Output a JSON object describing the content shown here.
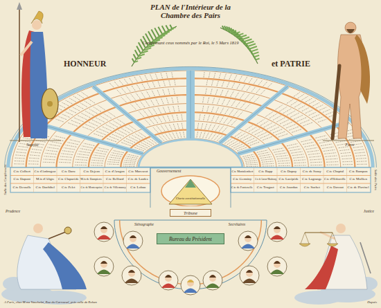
{
  "diagram": {
    "title": "PLAN de l'Intérieur de la Chambre des Pairs",
    "nodes": [
      {
        "text": [
          "Gouvernement"
        ]
      },
      {
        "text": [
          "Charte constitutionnelle"
        ],
        "in": 0
      },
      {
        "text": [
          "Tribune"
        ]
      },
      {
        "text": [
          "Bureau du Président"
        ]
      }
    ],
    "labels": [
      "HONNEUR",
      "et PATRIE",
      "Comprenant ceux nommés par le Roi, le 5 Mars 1819",
      "Sagesse",
      "Force",
      "Prudence",
      "Justice",
      "Sténographe",
      "Secrétaires",
      "Salle des Conférences",
      "Salle des Pairs",
      "C.te Colbert",
      "C.te d'Ambrugeac",
      "C.te Daru",
      "C.te Dejean",
      "C.te d'Aragon",
      "C.te Marescot",
      "C.te Dupont",
      "M.is d'Aligre",
      "C.te Claparède",
      "M.is de Dampierre",
      "C.te Belliard",
      "C.te de Lardes",
      "C.te Dessolle",
      "C.te Duchâtel",
      "C.te Pelet",
      "C.te de Montesquiou",
      "C.te de Villemanzy",
      "C.te Lobau",
      "C.te Montalembert",
      "C.te Rapp",
      "C.te Dupuy",
      "C.te de Sussy",
      "C.te Chaptal",
      "C.te Rampon",
      "C.te Germiny",
      "C.te de Latour-Maubourg",
      "C.te Lacépède",
      "C.te Lagrange",
      "C.te d'Hédouville",
      "C.te Mollien",
      "C.te de Fontenelle",
      "C.te Truguet",
      "C.te Jourdan",
      "C.te Suchet",
      "C.te Davout",
      "C.te de Pluvinel",
      "A Paris, chez M.me Vauchelet, Rue du Carrousel, près celle de Rohan",
      "Dupuis"
    ]
  }
}
